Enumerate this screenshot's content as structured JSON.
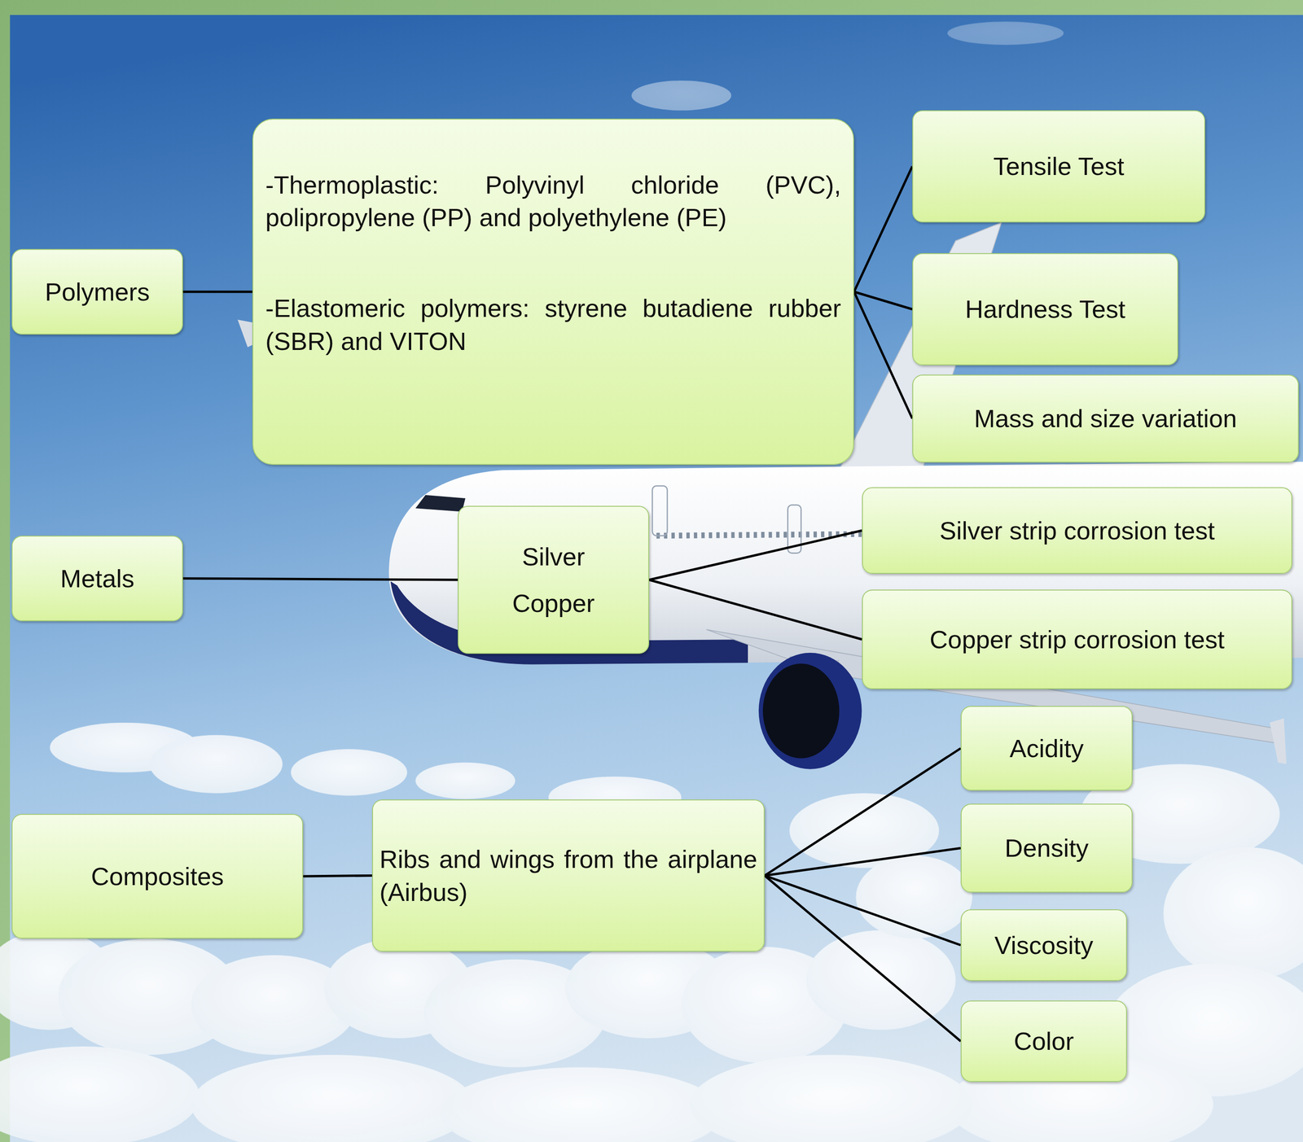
{
  "diagram": {
    "nodes": [
      {
        "text": [
          "Polymers"
        ]
      },
      {
        "text": [
          "-Thermoplastic: Polyvinyl chloride (PVC), polipropylene (PP) and polyethylene (PE)",
          "-Elastomeric polymers: styrene butadiene rubber (SBR) and VITON"
        ]
      },
      {
        "text": [
          "Tensile Test"
        ]
      },
      {
        "text": [
          "Hardness Test"
        ]
      },
      {
        "text": [
          "Mass and size variation"
        ]
      },
      {
        "text": [
          "Metals"
        ]
      },
      {
        "text": [
          "Silver",
          "Copper"
        ]
      },
      {
        "text": [
          "Silver strip corrosion test"
        ]
      },
      {
        "text": [
          "Copper strip corrosion test"
        ]
      },
      {
        "text": [
          "Composites"
        ]
      },
      {
        "text": [
          "Ribs and wings from the airplane (Airbus)"
        ]
      },
      {
        "text": [
          "Acidity"
        ]
      },
      {
        "text": [
          "Density"
        ]
      },
      {
        "text": [
          "Viscosity"
        ]
      },
      {
        "text": [
          "Color"
        ]
      }
    ],
    "edges": [
      {
        "from": 0,
        "to": 1,
        "arrow": "none"
      },
      {
        "from": 1,
        "to": 2,
        "arrow": "none"
      },
      {
        "from": 1,
        "to": 3,
        "arrow": "none"
      },
      {
        "from": 1,
        "to": 4,
        "arrow": "none"
      },
      {
        "from": 5,
        "to": 6,
        "arrow": "none"
      },
      {
        "from": 6,
        "to": 7,
        "arrow": "none"
      },
      {
        "from": 6,
        "to": 8,
        "arrow": "none"
      },
      {
        "from": 9,
        "to": 10,
        "arrow": "none"
      },
      {
        "from": 10,
        "to": 11,
        "arrow": "none"
      },
      {
        "from": 10,
        "to": 12,
        "arrow": "none"
      },
      {
        "from": 10,
        "to": 13,
        "arrow": "none"
      },
      {
        "from": 10,
        "to": 14,
        "arrow": "none"
      }
    ]
  }
}
